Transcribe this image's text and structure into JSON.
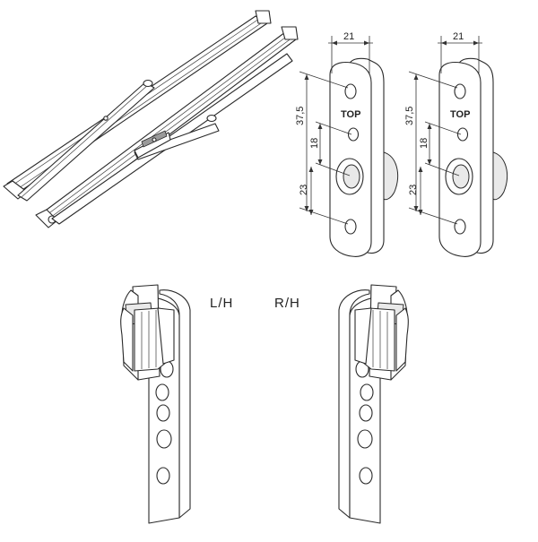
{
  "plates": [
    {
      "top_label": "TOP",
      "dims": {
        "width": "21",
        "total": "37,5",
        "upper": "18",
        "lower": "23"
      }
    },
    {
      "top_label": "TOP",
      "dims": {
        "width": "21",
        "total": "37,5",
        "upper": "18",
        "lower": "23"
      }
    }
  ],
  "hinges": {
    "left_label": "L/H",
    "right_label": "R/H"
  }
}
